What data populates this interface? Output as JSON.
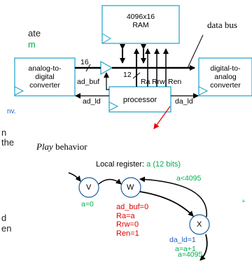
{
  "left_fragments": {
    "line1": "ate",
    "line2": "m",
    "line3": "nv.",
    "line4": "n",
    "line5": "the",
    "line6": "d",
    "line7": "en"
  },
  "blocks": {
    "ram": {
      "line1": "4096x16",
      "line2": "RAM"
    },
    "adc": {
      "line1": "analog-to-",
      "line2": "digital",
      "line3": "converter"
    },
    "dac": {
      "line1": "digital-to-",
      "line2": "analog",
      "line3": "converter"
    },
    "processor": "processor"
  },
  "signals": {
    "data_bus": "data bus",
    "adc_width": "16",
    "addr_width": "12",
    "ad_buf": "ad_buf",
    "ad_ld": "ad_ld",
    "da_ld": "da_ld",
    "ra": "Ra",
    "rrw": "Rrw",
    "ren": "Ren"
  },
  "behavior": {
    "title_italic": "Play",
    "title_rest": " behavior",
    "register_label": "Local register: ",
    "register_value": "a (12 bits)",
    "states": {
      "v": "V",
      "w": "W",
      "x": "X"
    },
    "v_action": "a=0",
    "w_actions": [
      "ad_buf=0",
      "Ra=a",
      "Rrw=0",
      "Ren=1"
    ],
    "x_actions": [
      "da_ld=1",
      "a=a+1"
    ],
    "cond_loop": "a<4095",
    "cond_exit": "a=4095",
    "stray_mark": "a"
  },
  "colors": {
    "block_border": "#1aa1c8",
    "state_circle": "#1a5fa0",
    "condition": "#00b050",
    "action_red": "#e00000",
    "action_blue": "#1f5fbf",
    "pointer_arrow": "#e00000"
  }
}
